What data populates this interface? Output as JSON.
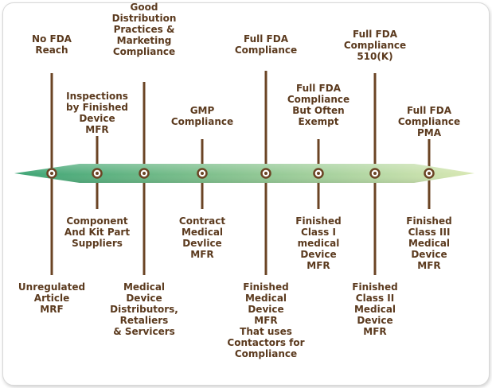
{
  "colors": {
    "stem": "#6b4424",
    "text": "#5b3a1e",
    "arrow_left": "#3fa576",
    "arrow_right": "#d9e8b4"
  },
  "stages": [
    {
      "top_label": "No FDA\nReach",
      "bottom_label": "Unregulated\nArticle\nMRF"
    },
    {
      "top_label": "Inspections\nby Finished\nDevice\nMFR",
      "bottom_label": "Component\nAnd Kit Part\nSuppliers"
    },
    {
      "top_label": "Good\nDistribution\nPractices &\nMarketing\nCompliance",
      "bottom_label": "Medical\nDevice\nDistributors,\nRetaliers\n& Servicers"
    },
    {
      "top_label": "GMP\nCompliance",
      "bottom_label": "Contract\nMedical\nDevlice\nMFR"
    },
    {
      "top_label": "Full FDA\nCompliance",
      "bottom_label": "Finished\nMedical\nDevice\nMFR\nThat uses\nContactors for\nCompliance"
    },
    {
      "top_label": "Full FDA\nCompliance\nBut Often\nExempt",
      "bottom_label": "Finished\nClass I\nmedical\nDevice\nMFR"
    },
    {
      "top_label": "Full FDA\nCompliance\n510(K)",
      "bottom_label": "Finished\nClass II\nMedical\nDevice\nMFR"
    },
    {
      "top_label": "Full FDA\nCompliance\nPMA",
      "bottom_label": "Finished\nClass III\nMedical\nDevice\nMFR"
    }
  ]
}
